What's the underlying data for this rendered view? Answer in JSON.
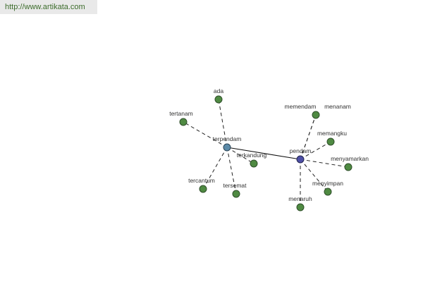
{
  "header": {
    "site_url": "http://www.artikata.com"
  },
  "graph": {
    "hubs": [
      {
        "key": "terpendam",
        "label": "terpendam"
      },
      {
        "key": "pendam",
        "label": "pendam"
      }
    ],
    "nodes": [
      {
        "key": "ada",
        "label": "ada",
        "hub": "terpendam"
      },
      {
        "key": "tertanam",
        "label": "tertanam",
        "hub": "terpendam"
      },
      {
        "key": "terkandung",
        "label": "terkandung",
        "hub": "terpendam"
      },
      {
        "key": "tercantum",
        "label": "tercantum",
        "hub": "terpendam"
      },
      {
        "key": "tersemat",
        "label": "tersemat",
        "hub": "terpendam"
      },
      {
        "key": "memendam",
        "label": "memendam",
        "hub": "pendam"
      },
      {
        "key": "menanam",
        "label": "menanam",
        "hub": "pendam"
      },
      {
        "key": "memangku",
        "label": "memangku",
        "hub": "pendam"
      },
      {
        "key": "menyamarkan",
        "label": "menyamarkan",
        "hub": "pendam"
      },
      {
        "key": "menyimpan",
        "label": "menyimpan",
        "hub": "pendam"
      },
      {
        "key": "menaruh",
        "label": "menaruh",
        "hub": "pendam"
      }
    ],
    "colors": {
      "leaf": "#4f8a42",
      "hub_terpendam": "#5b8aa8",
      "hub_pendam": "#4d4fa6",
      "link_text": "#3d6d2c"
    }
  }
}
